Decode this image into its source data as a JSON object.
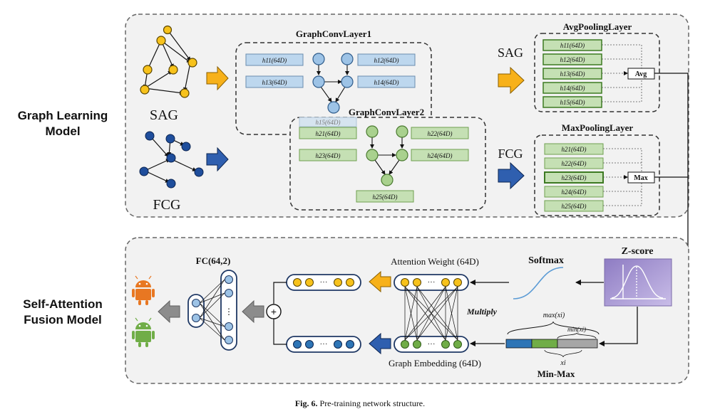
{
  "section_labels": {
    "graph_learning_line1": "Graph Learning",
    "graph_learning_line2": "Model",
    "self_attention_line1": "Self-Attention",
    "self_attention_line2": "Fusion Model"
  },
  "graph_types": {
    "sag": "SAG",
    "fcg": "FCG"
  },
  "layers": {
    "conv1_title": "GraphConvLayer1",
    "conv2_title": "GraphConvLayer2",
    "avg_title": "AvgPoolingLayer",
    "max_title": "MaxPoolingLayer",
    "avg_op": "Avg",
    "max_op": "Max"
  },
  "feature_boxes": {
    "conv1": [
      "h11(64D)",
      "h12(64D)",
      "h13(64D)",
      "h14(64D)"
    ],
    "conv1_faded": "h15(64D)",
    "conv2": [
      "h21(64D)",
      "h22(64D)",
      "h23(64D)",
      "h24(64D)",
      "h25(64D)"
    ],
    "avg_pool": [
      "h11(64D)",
      "h12(64D)",
      "h13(64D)",
      "h14(64D)",
      "h15(64D)"
    ],
    "max_pool": [
      "h21(64D)",
      "h22(64D)",
      "h23(64D)",
      "h24(64D)",
      "h25(64D)"
    ]
  },
  "fusion": {
    "zscore": "Z-score",
    "softmax": "Softmax",
    "attention_weight": "Attention Weight (64D)",
    "graph_embedding": "Graph Embedding (64D)",
    "multiply": "Multiply",
    "fc": "FC(64,2)",
    "minmax": "Min-Max",
    "max_xi": "max(xi)",
    "min_xi": "min(xi)",
    "xi": "xi",
    "ellipsis": "···",
    "plus": "⊕"
  },
  "caption": {
    "label": "Fig. 6.",
    "text": "Pre-training network structure."
  },
  "colors": {
    "yellow_node": "#f7c21b",
    "blue_node": "#1f4e9c",
    "light_blue_box": "#bdd7ee",
    "green_box": "#c5e0b4",
    "green_node": "#a9d18e",
    "arrow_yellow": "#f7b11a",
    "arrow_blue": "#2f5faf",
    "gray_arrow": "#8c8c8c",
    "panel_bg": "#f2f2f2"
  }
}
